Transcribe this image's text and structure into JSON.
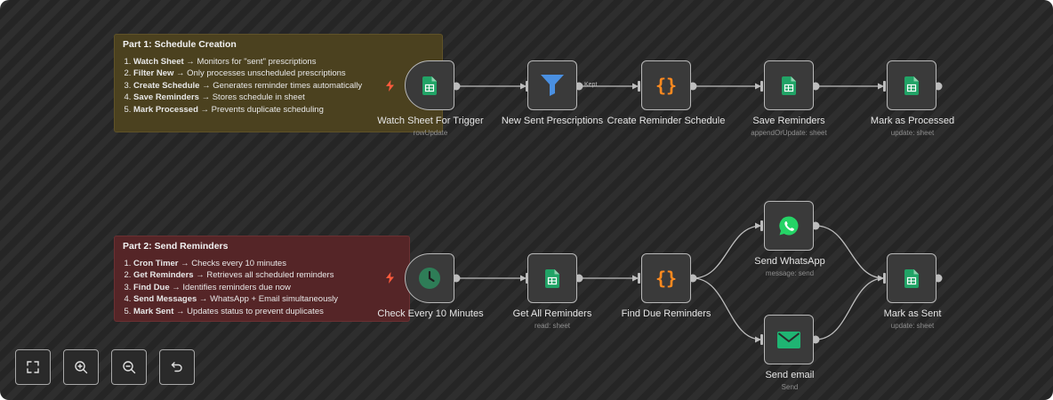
{
  "sticky1": {
    "title": "Part 1: Schedule Creation",
    "items": [
      {
        "bold": "Watch Sheet",
        "rest": " → Monitors for \"sent\" prescriptions"
      },
      {
        "bold": "Filter New",
        "rest": " → Only processes unscheduled prescriptions"
      },
      {
        "bold": "Create Schedule",
        "rest": " → Generates reminder times automatically"
      },
      {
        "bold": "Save Reminders",
        "rest": " → Stores schedule in sheet"
      },
      {
        "bold": "Mark Processed",
        "rest": " → Prevents duplicate scheduling"
      }
    ]
  },
  "sticky2": {
    "title": "Part 2: Send Reminders",
    "items": [
      {
        "bold": "Cron Timer",
        "rest": " → Checks every 10 minutes"
      },
      {
        "bold": "Get Reminders",
        "rest": " → Retrieves all scheduled reminders"
      },
      {
        "bold": "Find Due",
        "rest": " → Identifies reminders due now"
      },
      {
        "bold": "Send Messages",
        "rest": " → WhatsApp + Email simultaneously"
      },
      {
        "bold": "Mark Sent",
        "rest": " → Updates status to prevent duplicates"
      }
    ]
  },
  "nodes": {
    "watch_sheet": {
      "label": "Watch Sheet For Trigger",
      "sub": "rowUpdate",
      "icon": "google-sheets-icon"
    },
    "new_sent": {
      "label": "New Sent Prescriptions",
      "sub": "",
      "icon": "filter-icon"
    },
    "create_schedule": {
      "label": "Create Reminder Schedule",
      "sub": "",
      "icon": "code-icon"
    },
    "save_reminders": {
      "label": "Save Reminders",
      "sub": "appendOrUpdate: sheet",
      "icon": "google-sheets-icon"
    },
    "mark_processed": {
      "label": "Mark as Processed",
      "sub": "update: sheet",
      "icon": "google-sheets-icon"
    },
    "check_every": {
      "label": "Check Every 10 Minutes",
      "sub": "",
      "icon": "clock-icon"
    },
    "get_all": {
      "label": "Get All Reminders",
      "sub": "read: sheet",
      "icon": "google-sheets-icon"
    },
    "find_due": {
      "label": "Find Due Reminders",
      "sub": "",
      "icon": "code-icon"
    },
    "send_whatsapp": {
      "label": "Send WhatsApp",
      "sub": "message: send",
      "icon": "whatsapp-icon"
    },
    "send_email": {
      "label": "Send email",
      "sub": "Send",
      "icon": "email-icon"
    },
    "mark_sent": {
      "label": "Mark as Sent",
      "sub": "update: sheet",
      "icon": "google-sheets-icon"
    }
  },
  "edge_labels": {
    "kept": "Kept"
  },
  "colors": {
    "sheets_green": "#21a366",
    "filter_blue": "#4a90e2",
    "code_orange": "#ff8a1f",
    "clock_green": "#2e7d57",
    "whatsapp_green": "#25d366",
    "email_green": "#1fb573",
    "trigger_bolt": "#ff5a3c"
  },
  "controls": [
    "fit-view-icon",
    "zoom-in-icon",
    "zoom-out-icon",
    "reset-icon"
  ]
}
